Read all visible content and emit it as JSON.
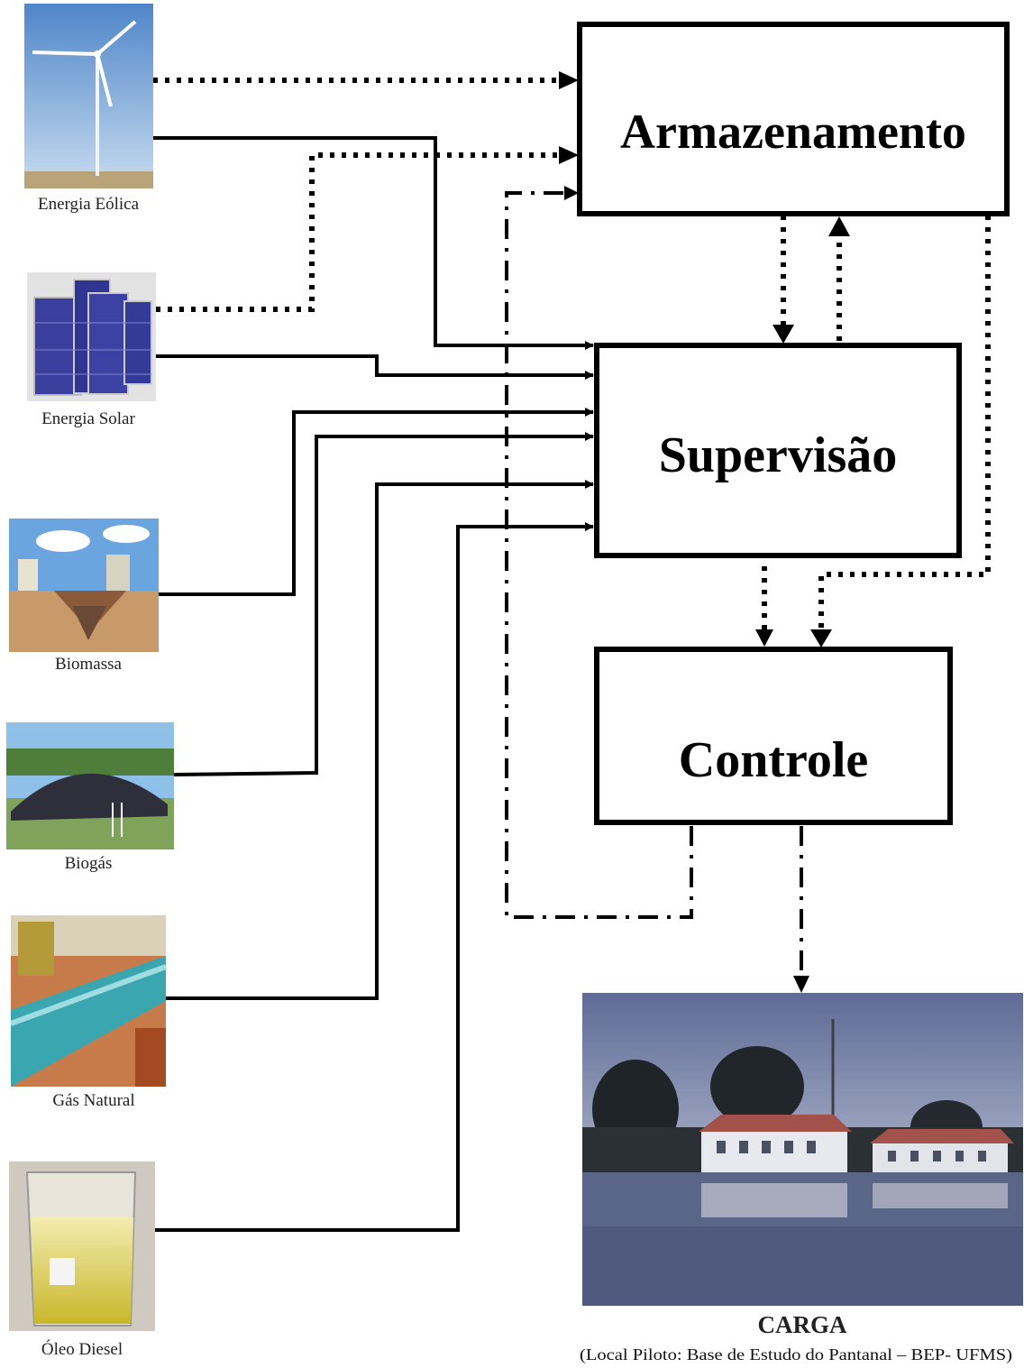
{
  "sources": {
    "eolica": "Energia Eólica",
    "solar": "Energia Solar",
    "biomassa": "Biomassa",
    "biogas": "Biogás",
    "gas_natural": "Gás Natural",
    "oleo_diesel": "Óleo Diesel"
  },
  "blocks": {
    "armazenamento": "Armazenamento",
    "supervisao": "Supervisão",
    "controle": "Controle"
  },
  "load": {
    "title": "CARGA",
    "subtitle": "(Local Piloto: Base de Estudo do Pantanal – BEP- UFMS)"
  },
  "colors": {
    "line": "#000000",
    "sky": "#6f9fd6",
    "grass": "#c9b48a",
    "panel": "#3a3f9e",
    "dome": "#2e2f3a",
    "pipe": "#3aa6b0",
    "soil": "#b0522a",
    "diesel": "#e6d84a",
    "dusk": "#7b86a8",
    "water": "#5a6688"
  }
}
